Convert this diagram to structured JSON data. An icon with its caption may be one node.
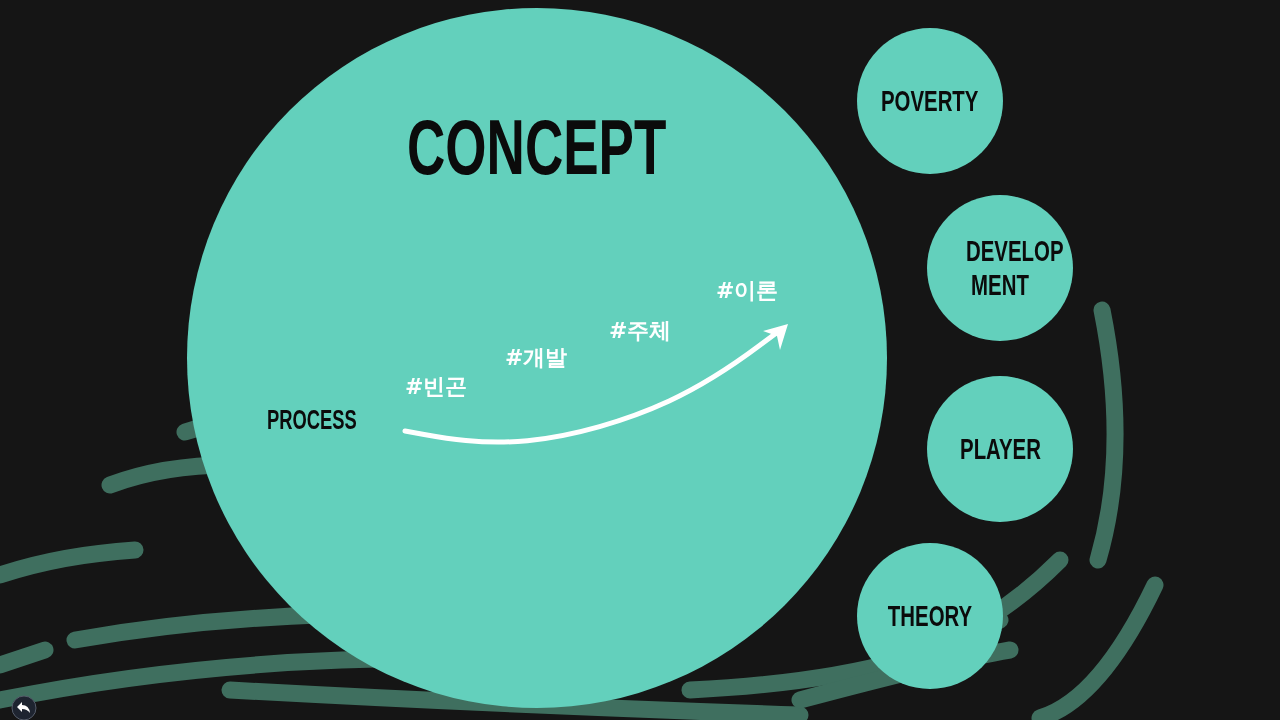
{
  "diagram": {
    "nodes": [
      {
        "text": [
          "CONCEPT"
        ]
      },
      {
        "text": [
          "POVERTY"
        ]
      },
      {
        "text": [
          "DEVELOP MENT"
        ]
      },
      {
        "text": [
          "PLAYER"
        ]
      },
      {
        "text": [
          "THEORY"
        ]
      }
    ],
    "labels": [
      "#이론",
      "#주체",
      "#개발",
      "#빈곤",
      "PROCESS"
    ]
  }
}
